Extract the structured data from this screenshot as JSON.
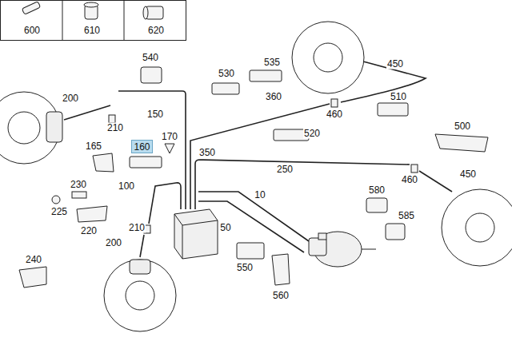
{
  "diagram": {
    "nodes": [
      {
        "text": [
          "160"
        ]
      }
    ],
    "labels": [
      "600",
      "610",
      "620",
      "540",
      "530",
      "535",
      "450",
      "200",
      "210",
      "150",
      "360",
      "510",
      "460",
      "520",
      "500",
      "165",
      "170",
      "350",
      "250",
      "460",
      "450",
      "100",
      "230",
      "225",
      "10",
      "580",
      "220",
      "210",
      "50",
      "585",
      "200",
      "240",
      "550",
      "560"
    ]
  }
}
